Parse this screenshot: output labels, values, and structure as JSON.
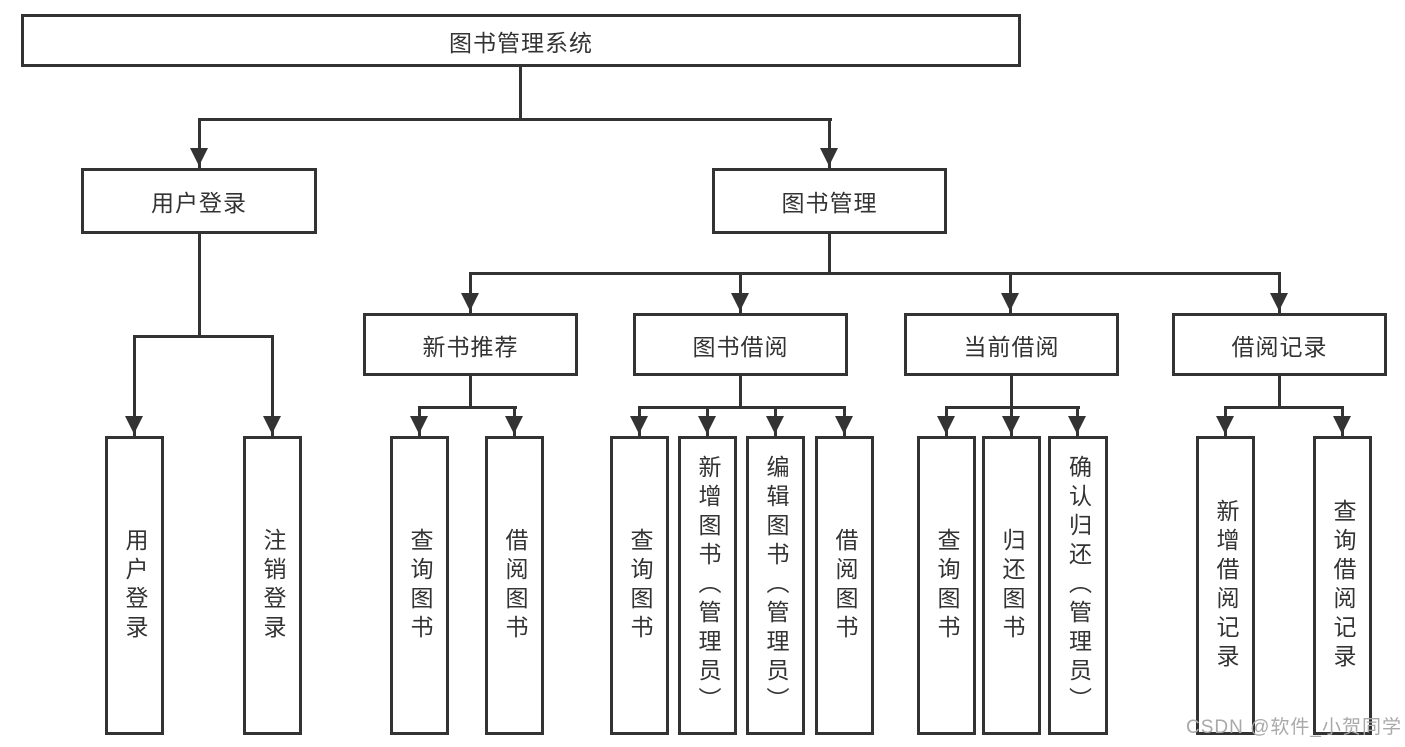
{
  "colors": {
    "line": "#333333",
    "ink": "#333333",
    "bg": "#ffffff",
    "watermark": "#a9a9a9"
  },
  "tree": {
    "root": "图书管理系统",
    "branches": [
      {
        "label": "用户登录",
        "children": [
          "用户登录",
          "注销登录"
        ]
      },
      {
        "label": "图书管理",
        "groups": [
          {
            "label": "新书推荐",
            "children": [
              "查询图书",
              "借阅图书"
            ]
          },
          {
            "label": "图书借阅",
            "children": [
              "查询图书",
              "新增图书（管理员）",
              "编辑图书（管理员）",
              "借阅图书"
            ]
          },
          {
            "label": "当前借阅",
            "children": [
              "查询图书",
              "归还图书",
              "确认归还（管理员）"
            ]
          },
          {
            "label": "借阅记录",
            "children": [
              "新增借阅记录",
              "查询借阅记录"
            ]
          }
        ]
      }
    ]
  },
  "watermark": {
    "text": "CSDN @软件_小贺同学"
  }
}
